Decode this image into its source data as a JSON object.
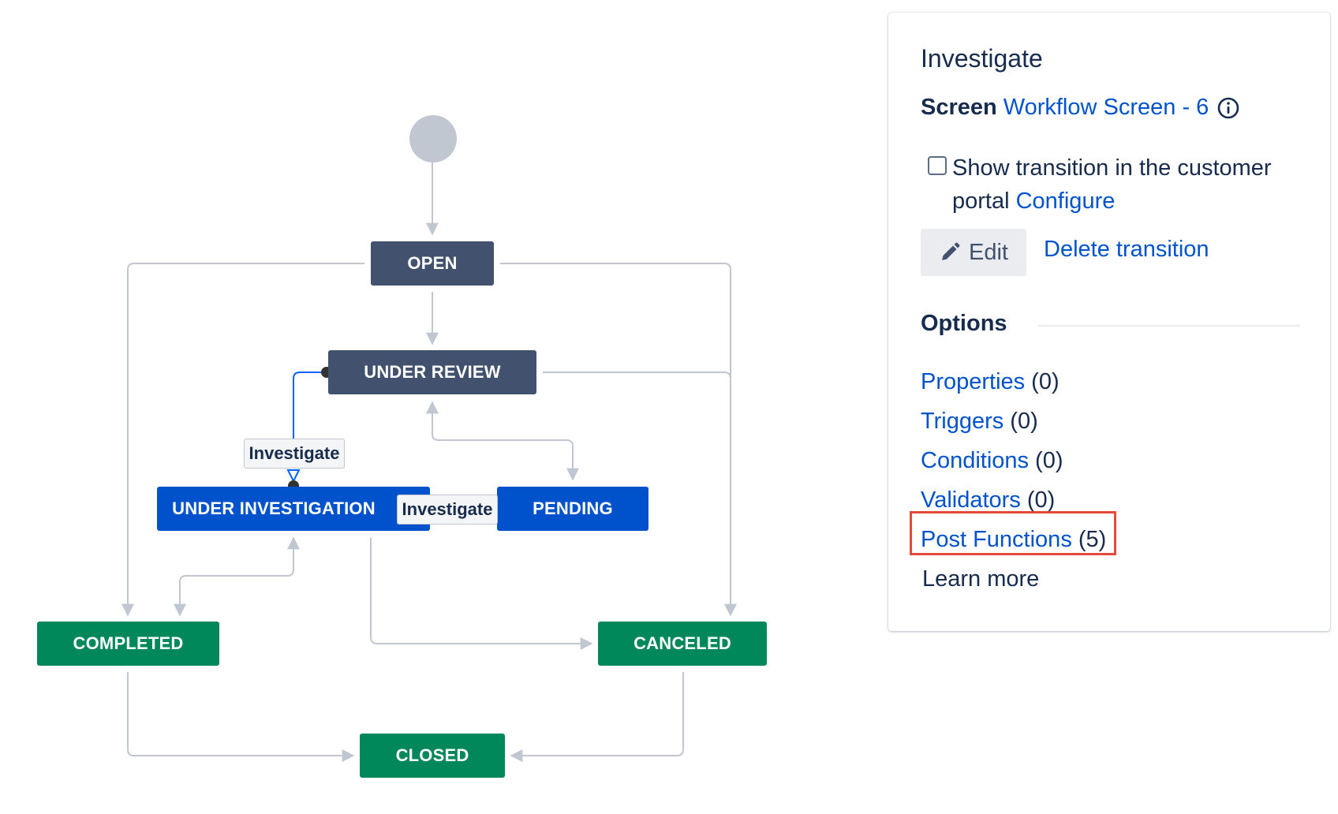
{
  "diagram": {
    "statuses": {
      "open": "OPEN",
      "under_review": "UNDER REVIEW",
      "under_investigation": "UNDER INVESTIGATION",
      "pending": "PENDING",
      "completed": "COMPLETED",
      "canceled": "CANCELED",
      "closed": "CLOSED"
    },
    "transition_labels": {
      "upper": "Investigate",
      "middle": "Investigate"
    },
    "colors": {
      "status_dark": "#42526e",
      "status_in_progress": "#0052cc",
      "status_done": "#00875a",
      "arrow": "#c1c7d0",
      "selected_transition": "#0065ff"
    }
  },
  "panel": {
    "title": "Investigate",
    "screen_label": "Screen",
    "screen_link": "Workflow Screen - 6",
    "checkbox_checked": false,
    "checkbox_text": "Show transition in the customer portal",
    "configure_link": "Configure",
    "edit_label": "Edit",
    "delete_label": "Delete transition",
    "options_heading": "Options",
    "options": [
      {
        "label": "Properties",
        "count": "(0)"
      },
      {
        "label": "Triggers",
        "count": "(0)"
      },
      {
        "label": "Conditions",
        "count": "(0)"
      },
      {
        "label": "Validators",
        "count": "(0)"
      },
      {
        "label": "Post Functions",
        "count": "(5)"
      }
    ],
    "learn_more": "Learn more",
    "highlight_color": "#e5493a"
  }
}
